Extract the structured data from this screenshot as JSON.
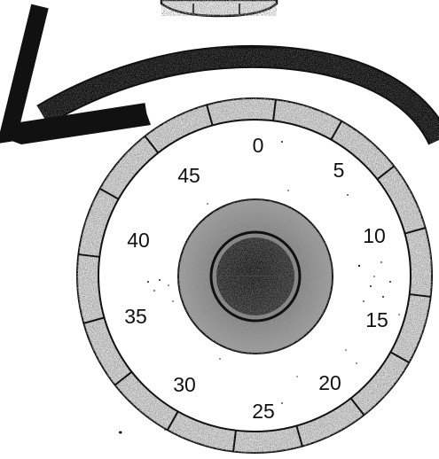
{
  "dial": {
    "numbers": [
      "0",
      "5",
      "10",
      "15",
      "20",
      "25",
      "30",
      "35",
      "40",
      "45"
    ],
    "ring_segments": 16
  },
  "colors": {
    "ink": "#111111",
    "grain": "#8a8a8a",
    "inner_ring": "#8c8c8c",
    "hub": "#2a2a2a",
    "background": "#ffffff"
  },
  "icons": {
    "arrow": "counterclockwise-arrow-icon"
  }
}
